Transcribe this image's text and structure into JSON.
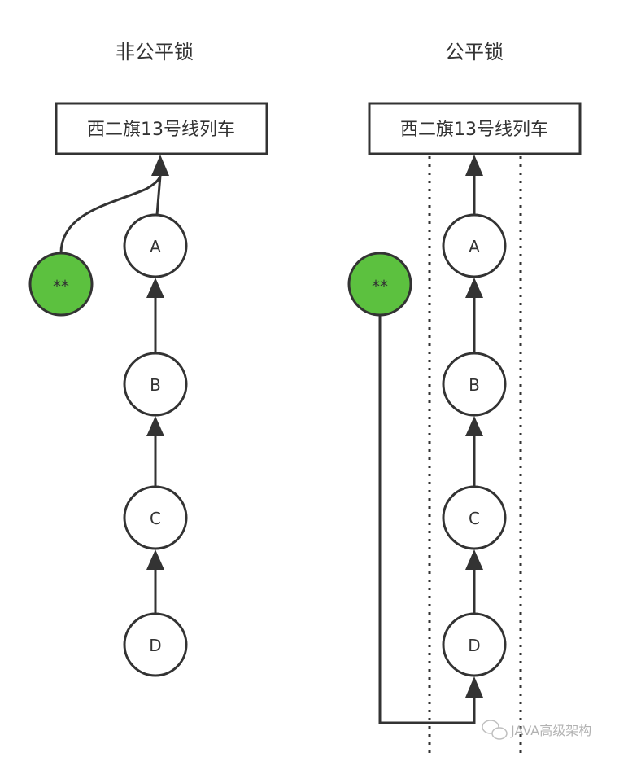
{
  "diagram": {
    "left": {
      "title": "非公平锁",
      "target": "西二旗13号线列车",
      "queue": [
        "A",
        "B",
        "C",
        "D"
      ],
      "newcomer": "**",
      "newcomer_behavior": "cuts in directly to target"
    },
    "right": {
      "title": "公平锁",
      "target": "西二旗13号线列车",
      "queue": [
        "A",
        "B",
        "C",
        "D"
      ],
      "newcomer": "**",
      "newcomer_behavior": "joins at end of queue (behind D)"
    },
    "colors": {
      "newcomer_fill": "#5cc13f",
      "stroke": "#333333",
      "node_fill": "#ffffff"
    }
  },
  "watermark": {
    "icon": "wechat-icon",
    "text": "JAVA高级架构"
  }
}
